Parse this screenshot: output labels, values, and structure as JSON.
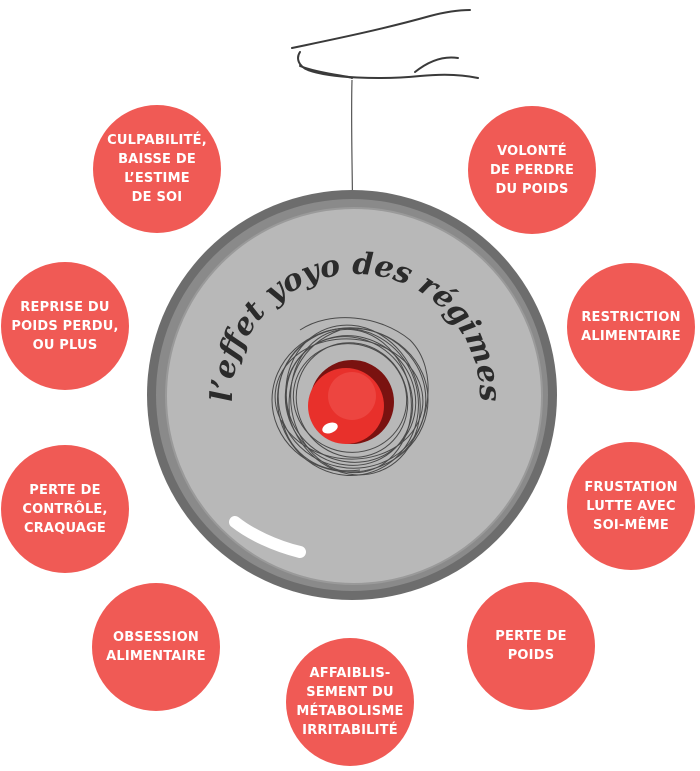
{
  "diagram": {
    "title": "l’effet yoyo des régimes",
    "steps": [
      "VOLONTÉ\nDE PERDRE\nDU POIDS",
      "RESTRICTION\nALIMENTAIRE",
      "FRUSTATION\nLUTTE AVEC\nSOI-MÊME",
      "PERTE DE\nPOIDS",
      "AFFAIBLIS-\nSEMENT DU\nMÉTABOLISME\nIRRITABILITÉ",
      "OBSESSION\nALIMENTAIRE",
      "PERTE DE\nCONTRÔLE,\nCRAQUAGE",
      "REPRISE DU\nPOIDS PERDU,\nOU PLUS",
      "CULPABILITÉ,\nBAISSE DE\nL’ESTIME\nDE SOI"
    ],
    "colors": {
      "bubble": "#f05a55",
      "bubble_text": "#ffffff",
      "disc": "#b8b8b8",
      "disc_rim": "#6d6d6d",
      "yoyo_center": "#e8302b",
      "line_art": "#3a3a3a"
    }
  }
}
